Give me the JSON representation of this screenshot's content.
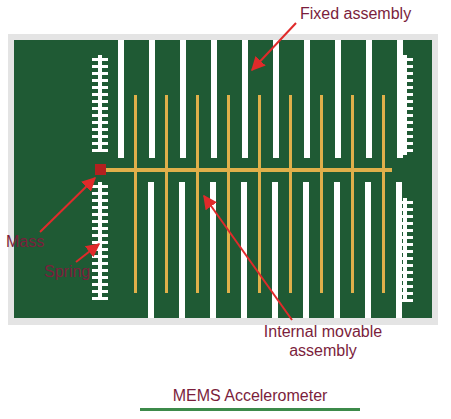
{
  "diagram": {
    "caption": "MEMS Accelerometer",
    "labels": [
      "Fixed assembly",
      "Mass",
      "Spring",
      "Internal movable assembly"
    ]
  }
}
